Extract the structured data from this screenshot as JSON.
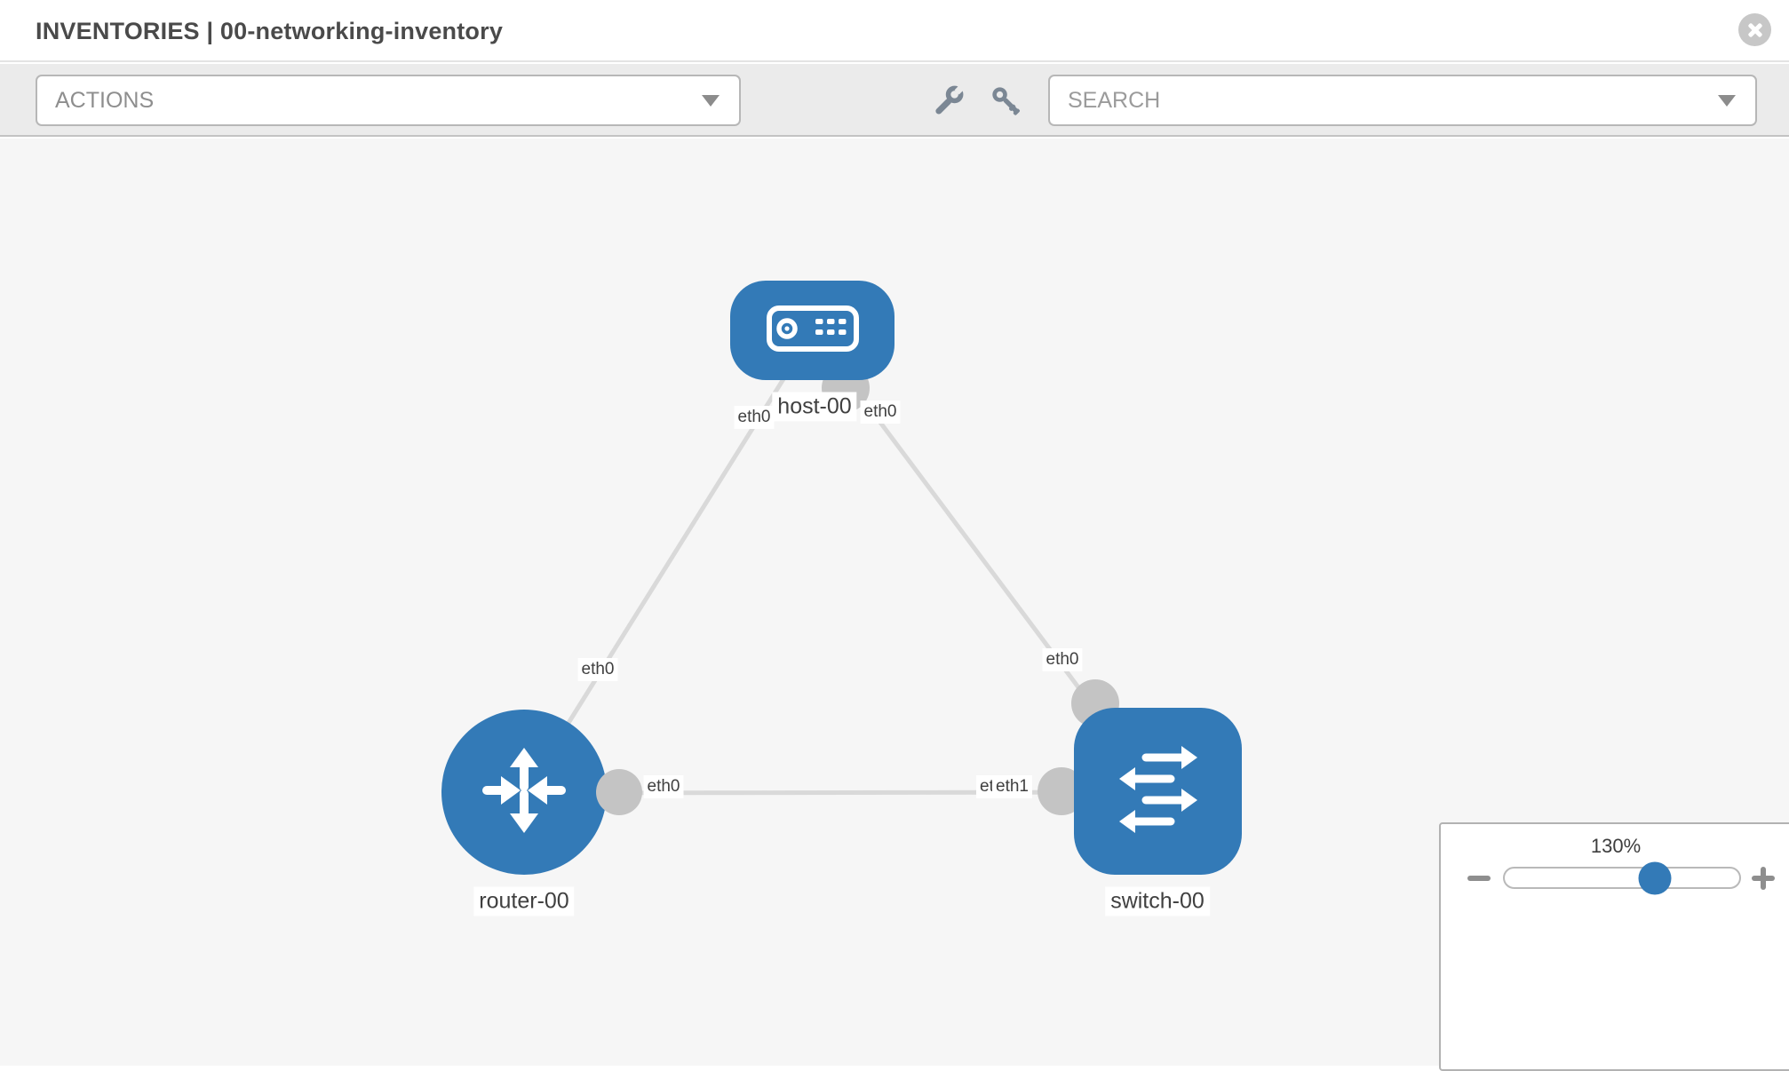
{
  "window": {
    "title": "INVENTORIES | 00-networking-inventory",
    "close_icon": "close-icon"
  },
  "toolbar": {
    "actions_dropdown": {
      "label": "ACTIONS",
      "caret_icon": "chevron-down-icon"
    },
    "wrench_icon": "wrench-icon",
    "key_icon": "key-icon",
    "search_dropdown": {
      "placeholder": "SEARCH",
      "caret_icon": "chevron-down-icon"
    }
  },
  "topology": {
    "nodes": [
      {
        "id": "host-00",
        "type": "host",
        "label": "host-00",
        "icon": "host-device-icon"
      },
      {
        "id": "router-00",
        "type": "router",
        "label": "router-00",
        "icon": "router-arrows-icon"
      },
      {
        "id": "switch-00",
        "type": "switch",
        "label": "switch-00",
        "icon": "switch-arrows-icon"
      }
    ],
    "links": [
      {
        "source": "host-00",
        "target": "router-00",
        "source_interface": "eth0",
        "target_interface": "eth0"
      },
      {
        "source": "host-00",
        "target": "switch-00",
        "source_interface": "eth0",
        "target_interface": "eth0"
      },
      {
        "source": "router-00",
        "target": "switch-00",
        "source_interface": "eth0",
        "target_interface": "eth1",
        "target_interface_back": "eth0"
      }
    ]
  },
  "zoom_control": {
    "level": "130%",
    "minus_icon": "minus-icon",
    "plus_icon": "plus-icon"
  },
  "colors": {
    "node_blue": "#337ab7",
    "connector_gray": "#c4c4c4",
    "link_gray": "#d9d9d9",
    "toolbar_bg": "#ebebeb",
    "canvas_bg": "#f6f6f6"
  }
}
